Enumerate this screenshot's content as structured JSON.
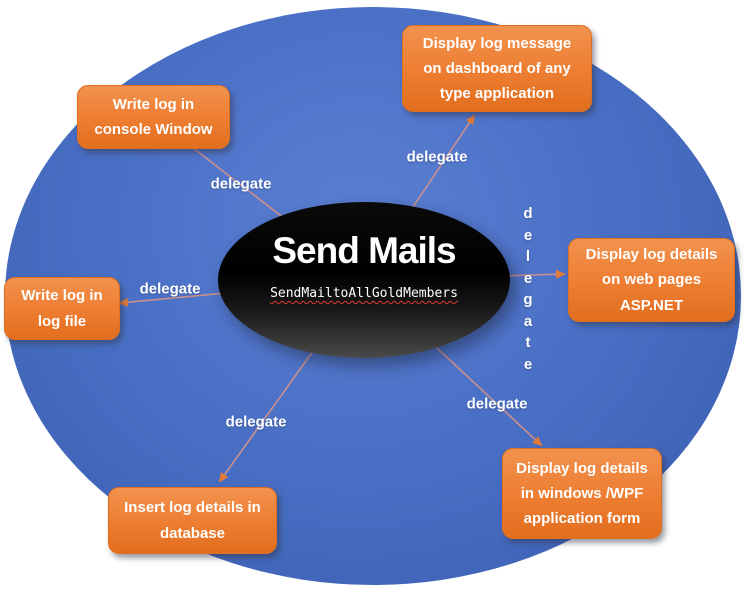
{
  "diagram": {
    "center": {
      "title": "Send Mails",
      "subtitle": "SendMailtoAllGoldMembers"
    },
    "connector_label": "delegate",
    "connector_label_vertical": "d\ne\nl\ne\ng\na\nt\ne",
    "nodes": [
      {
        "id": "console",
        "label": "Write log in\nconsole Window"
      },
      {
        "id": "dashboard",
        "label": "Display log message\non dashboard of any\ntype application"
      },
      {
        "id": "web",
        "label": "Display log details\non web pages\nASP.NET"
      },
      {
        "id": "wpf",
        "label": "Display log details\nin windows /WPF\napplication form"
      },
      {
        "id": "database",
        "label": "Insert log details in\ndatabase"
      },
      {
        "id": "logfile",
        "label": "Write log in\nlog file"
      }
    ],
    "colors": {
      "background": "#FFFFFF",
      "outer_ellipse_blue": "#4472C4",
      "center_ellipse_black": "#000000",
      "node_orange": "#ED7D31",
      "node_border": "#DD6F22",
      "arrow_line": "#C9908E",
      "arrow_head": "#E07B3A",
      "text_white": "#FFFFFF",
      "squiggle_red": "#E03A2F"
    }
  }
}
